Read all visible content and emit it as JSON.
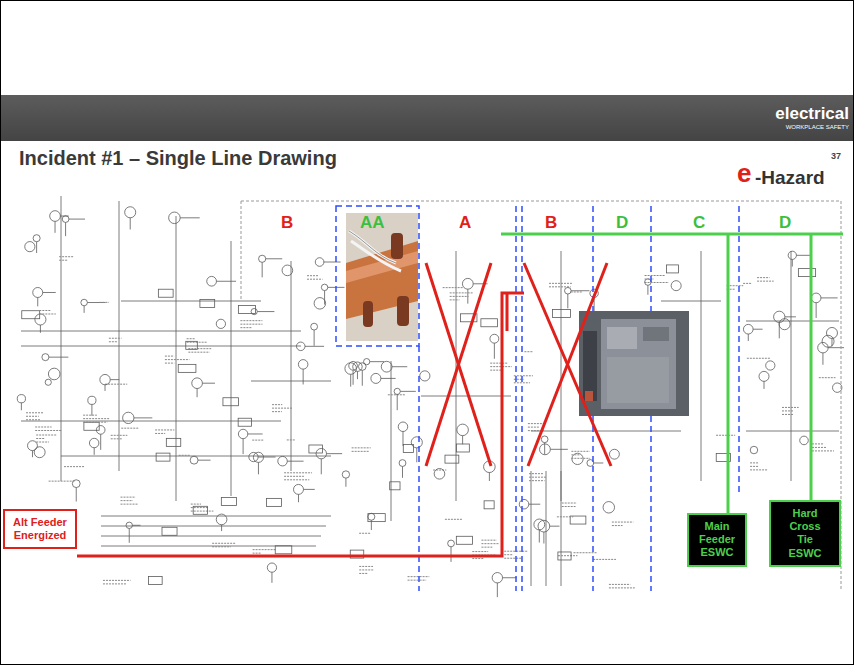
{
  "diagram": {
    "title": "Incident #1 – Single Line Drawing",
    "nodes": [
      {
        "text": [
          "Alt Feeder Energized"
        ]
      },
      {
        "text": [
          "Main Feeder ESWC"
        ]
      },
      {
        "text": [
          "Hard Cross Tie ESWC"
        ]
      }
    ],
    "labels": [
      "electrical",
      "WORKPLACE SAFETY",
      "37",
      "e",
      "-Hazard",
      "B",
      "AA",
      "A",
      "B",
      "D",
      "C",
      "D"
    ]
  }
}
